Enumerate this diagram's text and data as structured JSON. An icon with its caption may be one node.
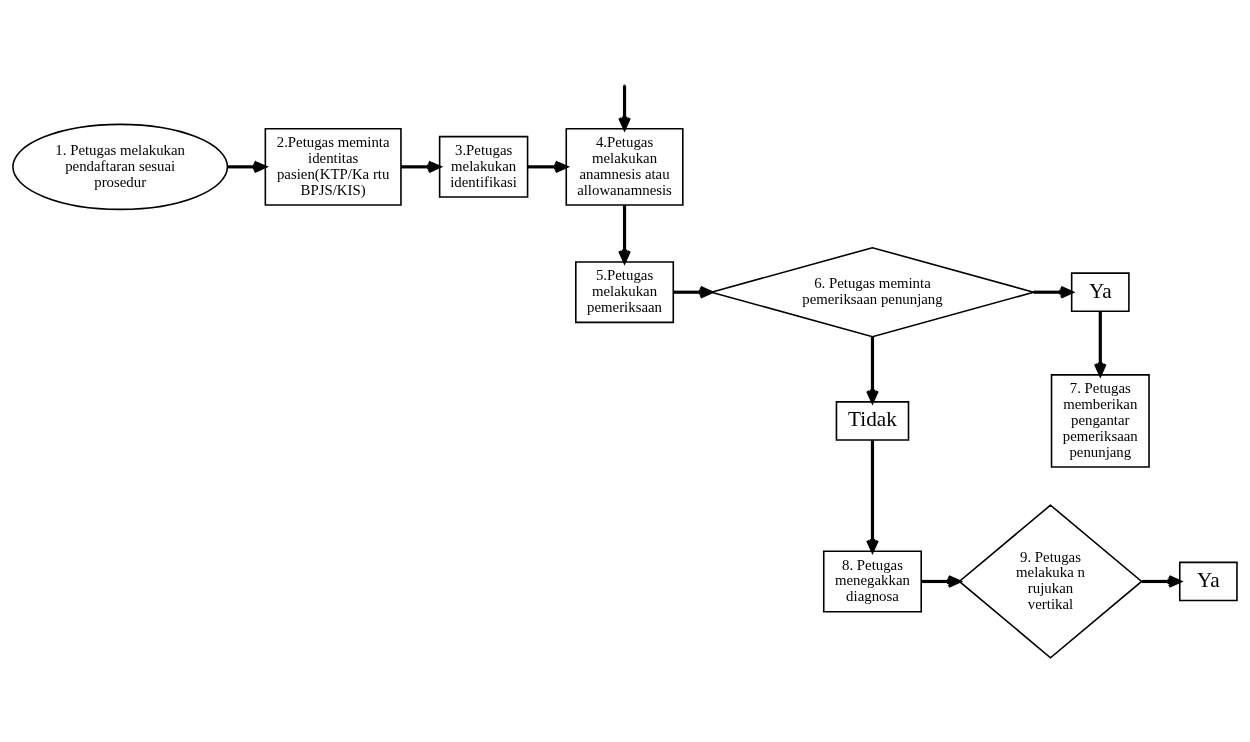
{
  "diagram": {
    "nodes": [
      {
        "text": [
          "1. Petugas melakukan pendaftaran sesuai prosedur"
        ]
      },
      {
        "text": [
          "2.Petugas meminta identitas pasien(KTP/Ka rtu BPJS/KIS)"
        ]
      },
      {
        "text": [
          "3.Petugas melakukan identifikasi"
        ]
      },
      {
        "text": [
          "4.Petugas melakukan anamnesis atau allowanamnesis"
        ]
      },
      {
        "text": [
          "5.Petugas melakukan pemeriksaan"
        ]
      },
      {
        "text": [
          "6. Petugas meminta pemeriksaan penunjang"
        ]
      },
      {
        "text": [
          "Ya"
        ]
      },
      {
        "text": [
          "7. Petugas memberikan pengantar pemeriksaan penunjang"
        ]
      },
      {
        "text": [
          "Tidak"
        ]
      },
      {
        "text": [
          "8. Petugas menegakkan diagnosa"
        ]
      },
      {
        "text": [
          "9. Petugas melakuka n rujukan vertikal"
        ]
      },
      {
        "text": [
          "Ya"
        ]
      }
    ],
    "edges": [
      {
        "from": null,
        "to": 3,
        "arrow": "to"
      },
      {
        "from": 0,
        "to": 1,
        "arrow": "to"
      },
      {
        "from": 1,
        "to": 2,
        "arrow": "to"
      },
      {
        "from": 2,
        "to": 3,
        "arrow": "to"
      },
      {
        "from": 3,
        "to": 4,
        "arrow": "to"
      },
      {
        "from": 4,
        "to": 5,
        "arrow": "to"
      },
      {
        "from": 5,
        "to": 6,
        "arrow": "to"
      },
      {
        "from": 6,
        "to": 7,
        "arrow": "to"
      },
      {
        "from": 5,
        "to": 8,
        "arrow": "to"
      },
      {
        "from": 8,
        "to": 9,
        "arrow": "to"
      },
      {
        "from": 9,
        "to": 10,
        "arrow": "to"
      },
      {
        "from": 10,
        "to": 11,
        "arrow": "to"
      }
    ]
  }
}
